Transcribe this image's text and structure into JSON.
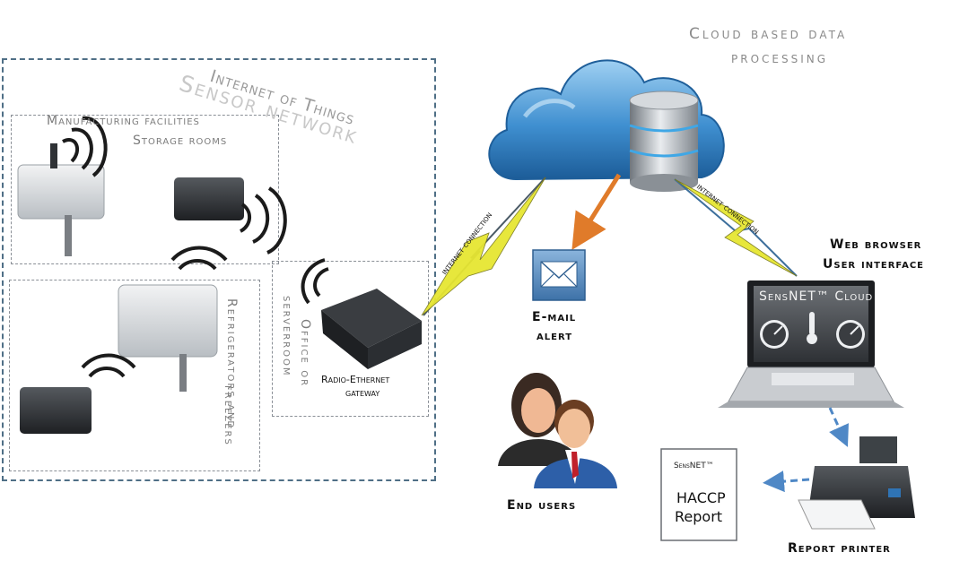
{
  "diagram": {
    "iot_title_line1": "Internet of Things",
    "iot_title_line2": "Sensor network",
    "zone_manufacturing_line1": "Manufacturing facilities",
    "zone_manufacturing_line2": "Storage rooms",
    "zone_refrigerators_line1": "Refrigerators and",
    "zone_refrigerators_line2": "freezers",
    "zone_office_line1": "Office or",
    "zone_office_line2": "serverroom",
    "gateway_line1": "Radio-Ethernet",
    "gateway_line2": "gateway",
    "internet_connection_left": "internet connection",
    "internet_connection_right": "internet connection",
    "cloud_line1": "Cloud based data",
    "cloud_line2": "processing",
    "email_line1": "E-mail",
    "email_line2": "alert",
    "web_line1": "Web browser",
    "web_line2": "User interface",
    "laptop_screen_title": "SensNET™ Cloud",
    "end_users": "End users",
    "report_brand": "SensNET™",
    "report_line1": "HACCP",
    "report_line2": "Report",
    "report_printer": "Report printer"
  },
  "icons": [
    "cloud-icon",
    "database-icon",
    "mail-icon",
    "laptop-icon",
    "printer-icon",
    "users-icon",
    "sensor-icon",
    "gateway-icon",
    "wifi-wave-icon",
    "lightning-icon"
  ],
  "colors": {
    "accent_blue": "#2f74b5",
    "lightning_yellow": "#e8e030",
    "arrow_orange": "#e07b2a",
    "label_gray": "#9a9a9a",
    "dash_blue": "#4f6f86"
  }
}
